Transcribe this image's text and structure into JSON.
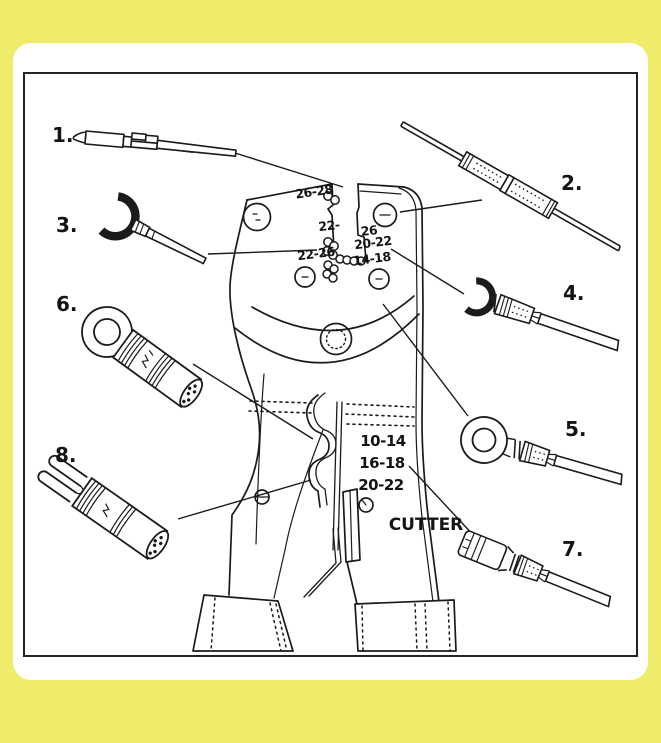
{
  "page": {
    "background_color": "#efec6b",
    "panel_color": "#ffffff",
    "line_color": "#1b1b1b"
  },
  "tool_labels": {
    "jaw_26_28": "26-28",
    "jaw_22_": "22-",
    "jaw_26": "26",
    "jaw_20_22": "20-22",
    "jaw_14_18": "14-18",
    "jaw_22_26": "22-26",
    "strip_10_14": "10-14",
    "strip_16_18": "16-18",
    "strip_20_22": "20-22",
    "cutter": "CUTTER"
  },
  "item_numbers": {
    "n1": "1.",
    "n2": "2.",
    "n3": "3.",
    "n4": "4.",
    "n5": "5.",
    "n6": "6.",
    "n7": "7.",
    "n8": "8."
  }
}
